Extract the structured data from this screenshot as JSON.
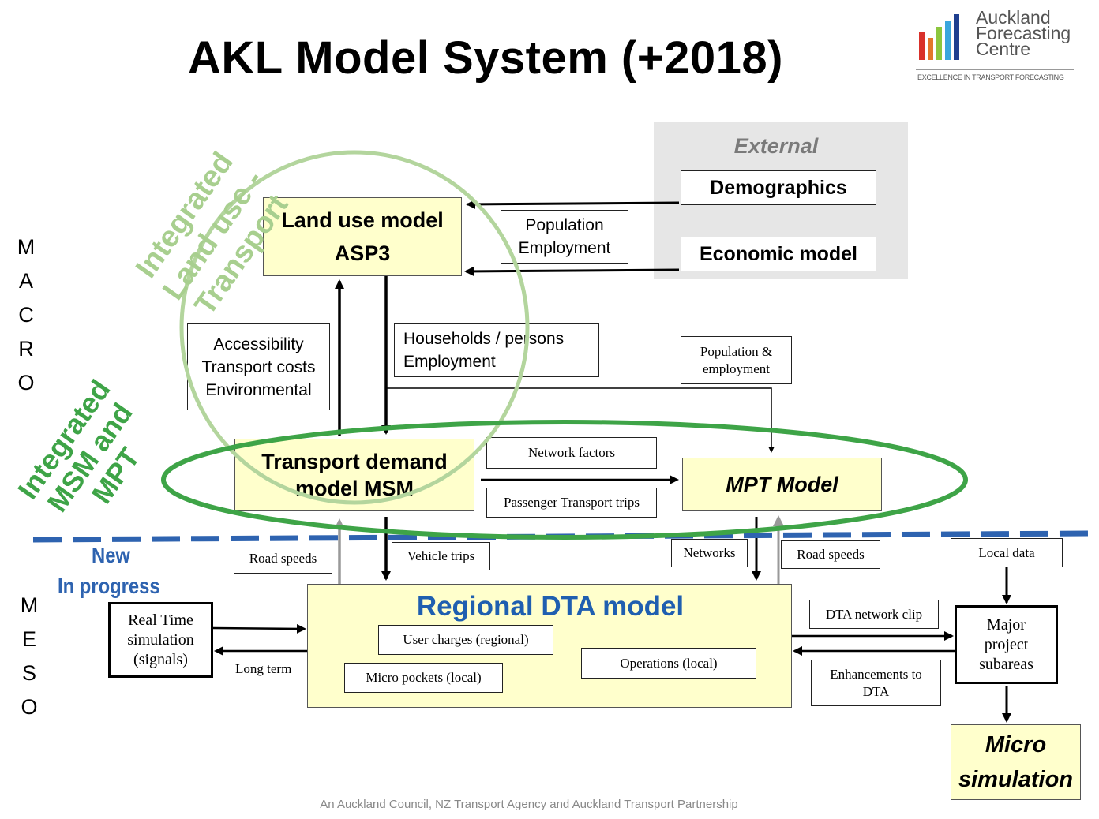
{
  "title": "AKL Model System (+2018)",
  "logo": {
    "line1": "Auckland",
    "line2": "Forecasting",
    "line3": "Centre",
    "tagline": "EXCELLENCE IN TRANSPORT FORECASTING",
    "bar_colors": [
      "#d9312b",
      "#e2782b",
      "#8cc63e",
      "#3aa6dd",
      "#1f3f8f"
    ]
  },
  "side": {
    "macro": [
      "M",
      "A",
      "C",
      "R",
      "O"
    ],
    "meso": [
      "M",
      "E",
      "S",
      "O"
    ]
  },
  "labels": {
    "integrated_land_use": "Integrated\nLand use - Transport",
    "integrated_msm": "Integrated\nMSM and\nMPT",
    "new": "New",
    "in_progress": "In progress"
  },
  "external": {
    "heading": "External",
    "demographics": "Demographics",
    "economic_model": "Economic model"
  },
  "nodes": {
    "land_use": {
      "line1": "Land use model",
      "line2": "ASP3"
    },
    "transport_demand": {
      "line1": "Transport demand",
      "line2": "model MSM"
    },
    "mpt": "MPT Model",
    "regional_dta": "Regional DTA model",
    "real_time": {
      "line1": "Real Time",
      "line2": "simulation",
      "line3": "(signals)"
    },
    "major_project": {
      "line1": "Major",
      "line2": "project",
      "line3": "subareas"
    },
    "micro": {
      "line1": "Micro",
      "line2": "simulation"
    }
  },
  "flows": {
    "population_employment": {
      "line1": "Population",
      "line2": "Employment"
    },
    "accessibility": {
      "line1": "Accessibility",
      "line2": "Transport costs",
      "line3": "Environmental"
    },
    "households": {
      "line1": "Households / persons",
      "line2": "Employment"
    },
    "pop_emp_small": {
      "line1": "Population &",
      "line2": "employment"
    },
    "network_factors": "Network factors",
    "pt_trips": "Passenger Transport trips",
    "road_speeds_left": "Road speeds",
    "vehicle_trips": "Vehicle trips",
    "networks": "Networks",
    "road_speeds_right": "Road speeds",
    "local_data": "Local data",
    "dta_network_clip": "DTA network clip",
    "enhancements": {
      "line1": "Enhancements to",
      "line2": "DTA"
    },
    "long_term": "Long term"
  },
  "dta_inner": {
    "user_charges": "User charges (regional)",
    "micro_pockets": "Micro pockets (local)",
    "operations": "Operations (local)"
  },
  "footer": "An Auckland Council, NZ Transport Agency and Auckland Transport Partnership",
  "colors": {
    "green_ellipse": "#3ea447",
    "light_green_ellipse": "#b3d59d",
    "dashed_line": "#2e63b0",
    "dta_title": "#1f5fb0",
    "yellow_fill": "#ffffcc",
    "external_bg": "#e6e6e6"
  }
}
